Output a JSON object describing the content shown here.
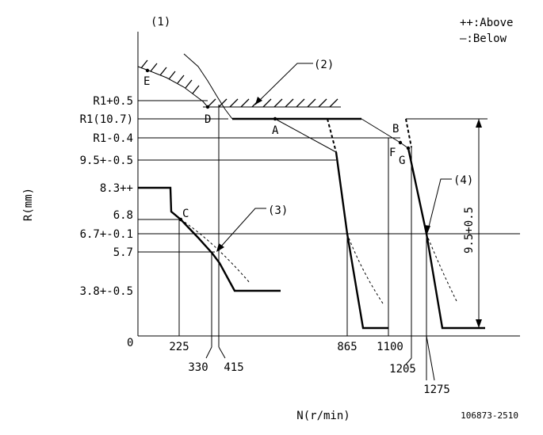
{
  "diagram": {
    "figure_id": "106873-2510",
    "x_axis_label": "N(r/min)",
    "y_axis_label": "R(mm)",
    "legend": {
      "above": "++:Above",
      "below": "—:Below"
    },
    "origin_label": "0",
    "callouts": {
      "c1": "(1)",
      "c2": "(2)",
      "c3": "(3)",
      "c4": "(4)"
    },
    "y_tick_labels": {
      "r1_plus": "R1+0.5",
      "r1": "R1(10.7)",
      "r1_minus": "R1-0.4",
      "v95": "9.5+-0.5",
      "v83": "8.3++",
      "v68": "6.8",
      "v67": "6.7+-0.1",
      "v57": "5.7",
      "v38": "3.8+-0.5"
    },
    "x_tick_labels": {
      "n225": "225",
      "n330": "330",
      "n415": "415",
      "n865": "865",
      "n1100": "1100",
      "n1205": "1205",
      "n1275": "1275"
    },
    "point_labels": {
      "a": "A",
      "b": "B",
      "c": "C",
      "d": "D",
      "e": "E",
      "f": "F",
      "g": "G"
    },
    "dimension_label": "9.5+0.5"
  }
}
